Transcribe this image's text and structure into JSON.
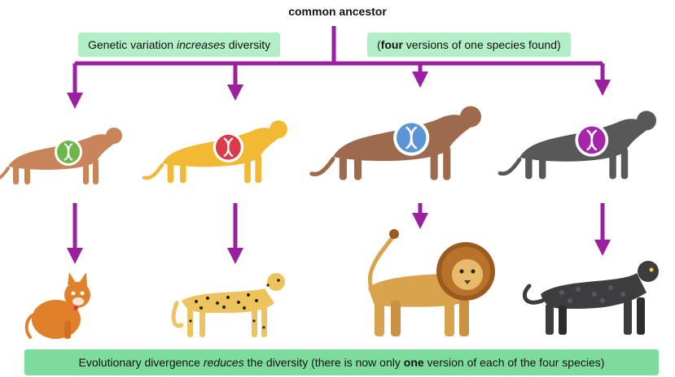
{
  "title": "common ancestor",
  "top_left_label": {
    "before": "Genetic variation ",
    "em": "increases",
    "after": " diversity"
  },
  "top_right_label": {
    "before": "(",
    "strong": "four",
    "after": " versions of one species found)"
  },
  "bottom_label": {
    "before": "Evolutionary divergence ",
    "em": "reduces",
    "middle": " the diversity (there is now only ",
    "strong": "one",
    "after": " version of each of the four species)"
  },
  "colors": {
    "arrow": "#9b1f9f",
    "label_bg": "#b2efc7",
    "label_bg_bottom": "#7ddc9d"
  },
  "ancestor_variants": [
    {
      "body_color": "#c9855a",
      "dna_circle": "#6fb64a"
    },
    {
      "body_color": "#f2b935",
      "dna_circle": "#d93b4a"
    },
    {
      "body_color": "#9e6a4e",
      "dna_circle": "#5b95d6"
    },
    {
      "body_color": "#585858",
      "dna_circle": "#a327a8"
    }
  ],
  "descendants": [
    {
      "icon": "domestic-cat-icon",
      "color": "#e0802b"
    },
    {
      "icon": "cheetah-icon",
      "color": "#edc35e"
    },
    {
      "icon": "lion-icon",
      "color": "#d9a34d"
    },
    {
      "icon": "black-panther-icon",
      "color": "#3d3d3f"
    }
  ]
}
